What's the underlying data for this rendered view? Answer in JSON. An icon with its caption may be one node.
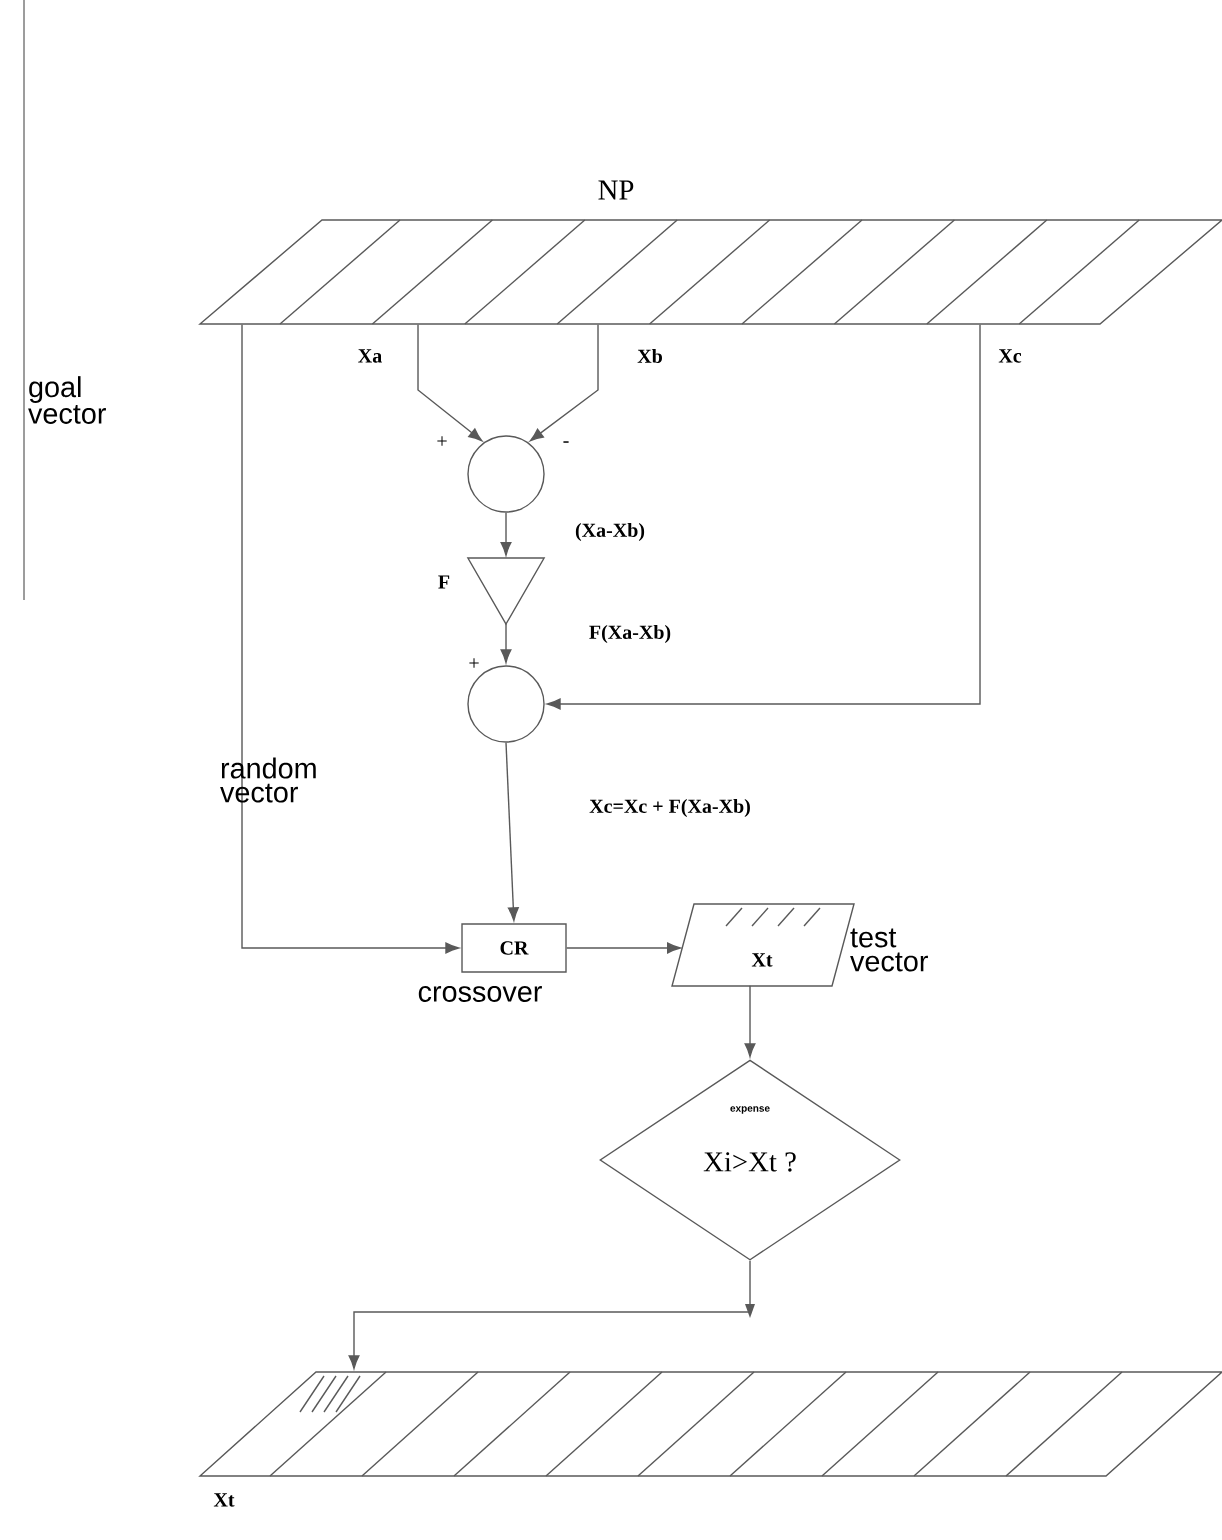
{
  "diagram": {
    "nodes": [
      {
        "text": [
          "NP"
        ]
      },
      {
        "text": [],
        "shape": "circle"
      },
      {
        "text": [],
        "shape": "triangle",
        "beside": [
          "F"
        ]
      },
      {
        "text": [],
        "shape": "circle"
      },
      {
        "text": [
          "CR"
        ],
        "beside": [
          "crossover"
        ]
      },
      {
        "text": [
          "Xt"
        ],
        "beside": [
          "test vector"
        ]
      },
      {
        "text": [
          "expense",
          "Xi>Xt ?"
        ]
      },
      {
        "text": [
          "Xt"
        ]
      }
    ],
    "edges": [
      {
        "from": 0,
        "to": 1,
        "arrow": "to",
        "label": "Xa"
      },
      {
        "from": 0,
        "to": 1,
        "arrow": "to",
        "label": "Xb"
      },
      {
        "from": 1,
        "to": 2,
        "arrow": "to",
        "label": "(Xa-Xb)"
      },
      {
        "from": 2,
        "to": 3,
        "arrow": "to",
        "label": "F(Xa-Xb)"
      },
      {
        "from": 0,
        "to": 3,
        "arrow": "to",
        "label": "Xc"
      },
      {
        "from": 0,
        "to": 4,
        "arrow": "to",
        "label": "goal vector"
      },
      {
        "from": 3,
        "to": 4,
        "arrow": "to",
        "label": "Xc=Xc + F(Xa-Xb)"
      },
      {
        "from": 4,
        "to": 5,
        "arrow": "to"
      },
      {
        "from": 5,
        "to": 6,
        "arrow": "to"
      },
      {
        "from": 6,
        "to": 7,
        "arrow": "to"
      }
    ],
    "labels": [
      "+",
      "-",
      "+",
      "random vector"
    ]
  }
}
